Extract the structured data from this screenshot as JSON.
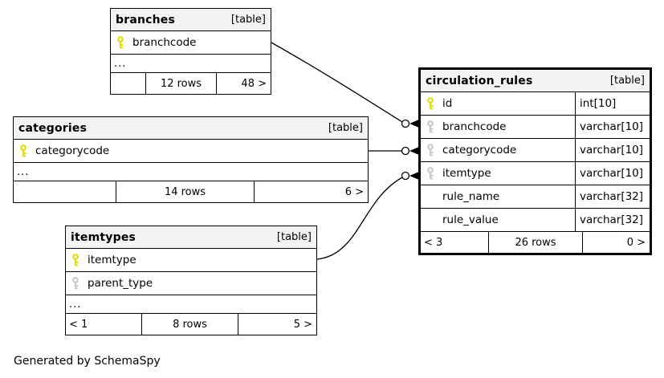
{
  "diagram": {
    "generator_note": "Generated by SchemaSpy",
    "colors": {
      "primary_key": "#e0e000",
      "foreign_key": "#c9c9c9",
      "header_bg": "#f3f3f3",
      "border": "#000000",
      "background": "#ffffff"
    }
  },
  "tables": {
    "branches": {
      "title": "branches",
      "badge": "[table]",
      "columns": [
        {
          "name": "branchcode",
          "key": "primary"
        }
      ],
      "ellipsis": "...",
      "footer": {
        "parents": "",
        "rows": "12 rows",
        "children": "48 >"
      }
    },
    "categories": {
      "title": "categories",
      "badge": "[table]",
      "columns": [
        {
          "name": "categorycode",
          "key": "primary"
        }
      ],
      "ellipsis": "...",
      "footer": {
        "parents": "",
        "rows": "14 rows",
        "children": "6 >"
      }
    },
    "itemtypes": {
      "title": "itemtypes",
      "badge": "[table]",
      "columns": [
        {
          "name": "itemtype",
          "key": "primary"
        },
        {
          "name": "parent_type",
          "key": "foreign"
        }
      ],
      "ellipsis": "...",
      "footer": {
        "parents": "< 1",
        "rows": "8 rows",
        "children": "5 >"
      }
    },
    "circulation_rules": {
      "title": "circulation_rules",
      "badge": "[table]",
      "columns": [
        {
          "name": "id",
          "type": "int[10]",
          "key": "primary"
        },
        {
          "name": "branchcode",
          "type": "varchar[10]",
          "key": "foreign"
        },
        {
          "name": "categorycode",
          "type": "varchar[10]",
          "key": "foreign"
        },
        {
          "name": "itemtype",
          "type": "varchar[10]",
          "key": "none_fk_hidden"
        },
        {
          "name": "rule_name",
          "type": "varchar[32]",
          "key": "none"
        },
        {
          "name": "rule_value",
          "type": "varchar[32]",
          "key": "none"
        }
      ],
      "footer": {
        "parents": "< 3",
        "rows": "26 rows",
        "children": "0 >"
      }
    }
  },
  "relationships": [
    {
      "from_table": "branches",
      "from_column": "branchcode",
      "to_table": "circulation_rules",
      "to_column": "branchcode"
    },
    {
      "from_table": "categories",
      "from_column": "categorycode",
      "to_table": "circulation_rules",
      "to_column": "categorycode"
    },
    {
      "from_table": "itemtypes",
      "from_column": "itemtype",
      "to_table": "circulation_rules",
      "to_column": "itemtype"
    }
  ]
}
